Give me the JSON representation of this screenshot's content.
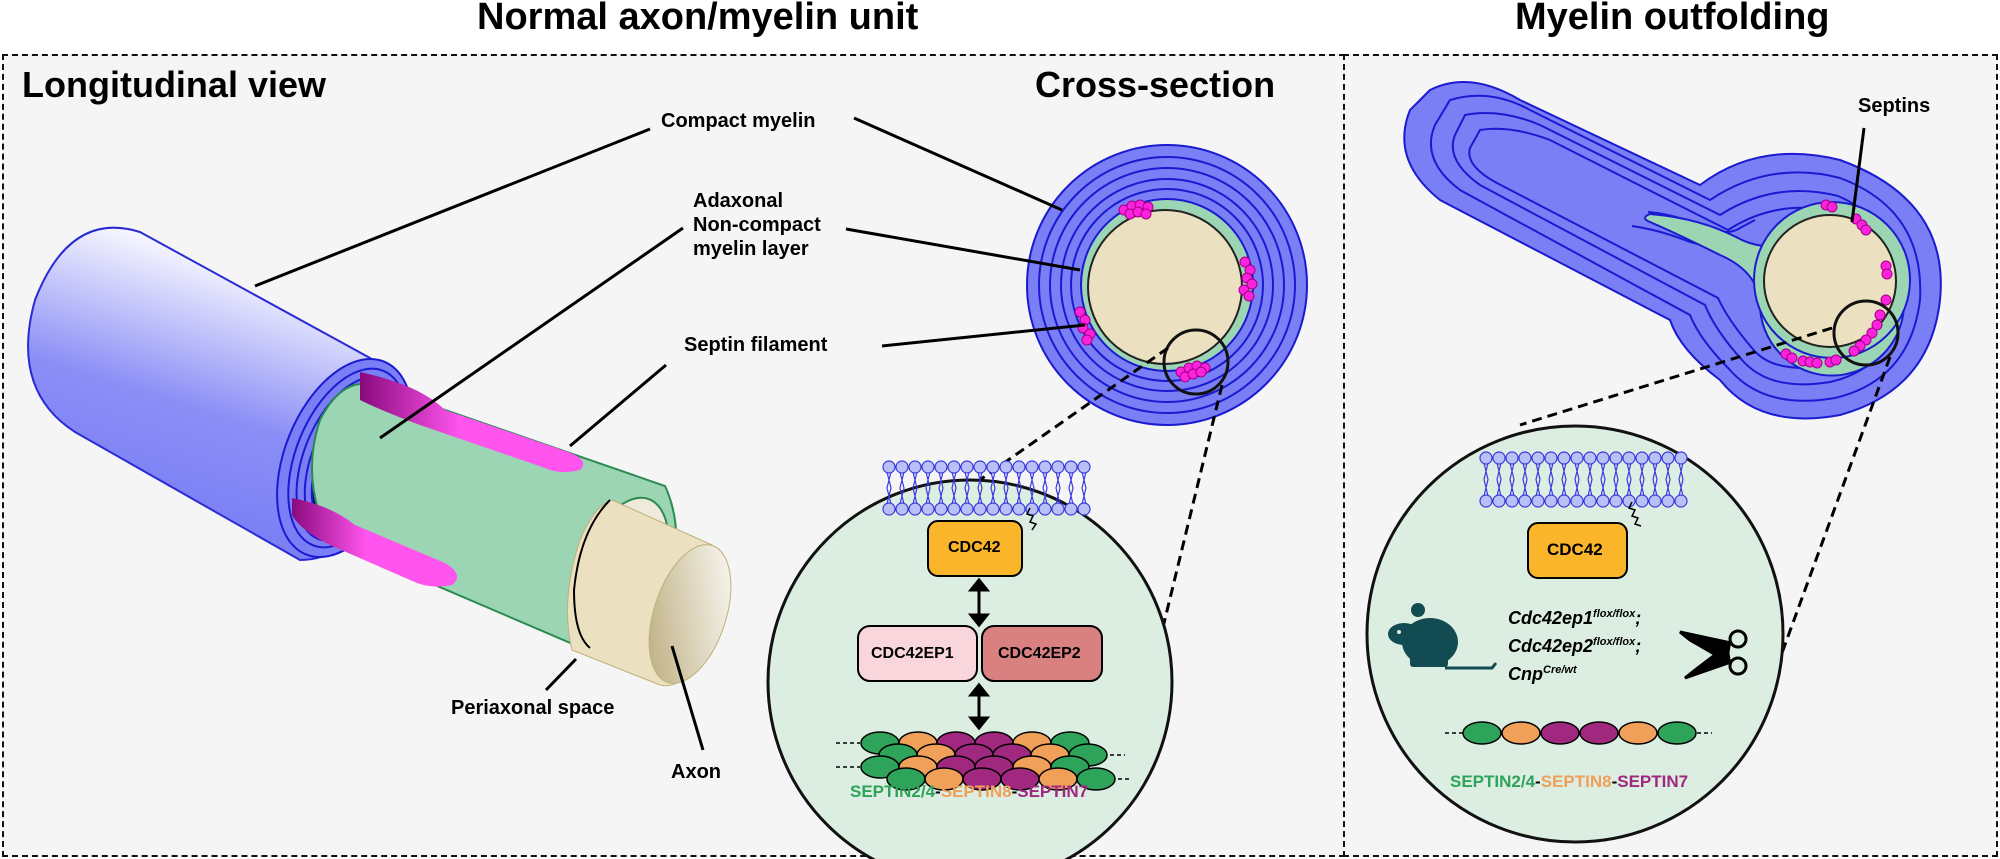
{
  "titles": {
    "left": "Normal axon/myelin unit",
    "right": "Myelin outfolding"
  },
  "left_panel": {
    "longitudinal_heading": "Longitudinal view",
    "cross_section_heading": "Cross-section",
    "labels": {
      "compact_myelin": "Compact myelin",
      "adaxonal_line1": "Adaxonal",
      "adaxonal_line2": "Non-compact",
      "adaxonal_line3": "myelin layer",
      "septin_filament": "Septin filament",
      "periaxonal_space": "Periaxonal space",
      "axon": "Axon"
    },
    "inset": {
      "cdc42": "CDC42",
      "cdc42ep1": "CDC42EP1",
      "cdc42ep2": "CDC42EP2",
      "septin_a": "SEPTIN2/4",
      "sep1": "-",
      "septin_b": "SEPTIN8",
      "sep2": "-",
      "septin_c": "SEPTIN7"
    }
  },
  "right_panel": {
    "labels": {
      "septins": "Septins"
    },
    "inset": {
      "cdc42": "CDC42",
      "genotype1_base": "Cdc42ep1",
      "genotype1_sup": "flox/flox",
      "genotype1_end": ";",
      "genotype2_base": "Cdc42ep2",
      "genotype2_sup": "flox/flox",
      "genotype2_end": ";",
      "genotype3_base": "Cnp",
      "genotype3_sup": "Cre/wt",
      "septin_a": "SEPTIN2/4",
      "sep1": "-",
      "septin_b": "SEPTIN8",
      "sep2": "-",
      "septin_c": "SEPTIN7"
    }
  },
  "colors": {
    "myelin": "#7b7ff5",
    "myelin_line": "#1a1ad0",
    "noncompact": "#9bd5b3",
    "axon": "#ebe0c0",
    "septin": "#ff33dd",
    "inset_bg": "#dceee2",
    "cdc42": "#fbb52a",
    "cdc42ep1": "#f9d6dc",
    "cdc42ep2": "#d98080",
    "septin24": "#2ea35a",
    "septin8": "#f0a058",
    "septin7": "#a0287f",
    "mouse": "#124c52"
  }
}
